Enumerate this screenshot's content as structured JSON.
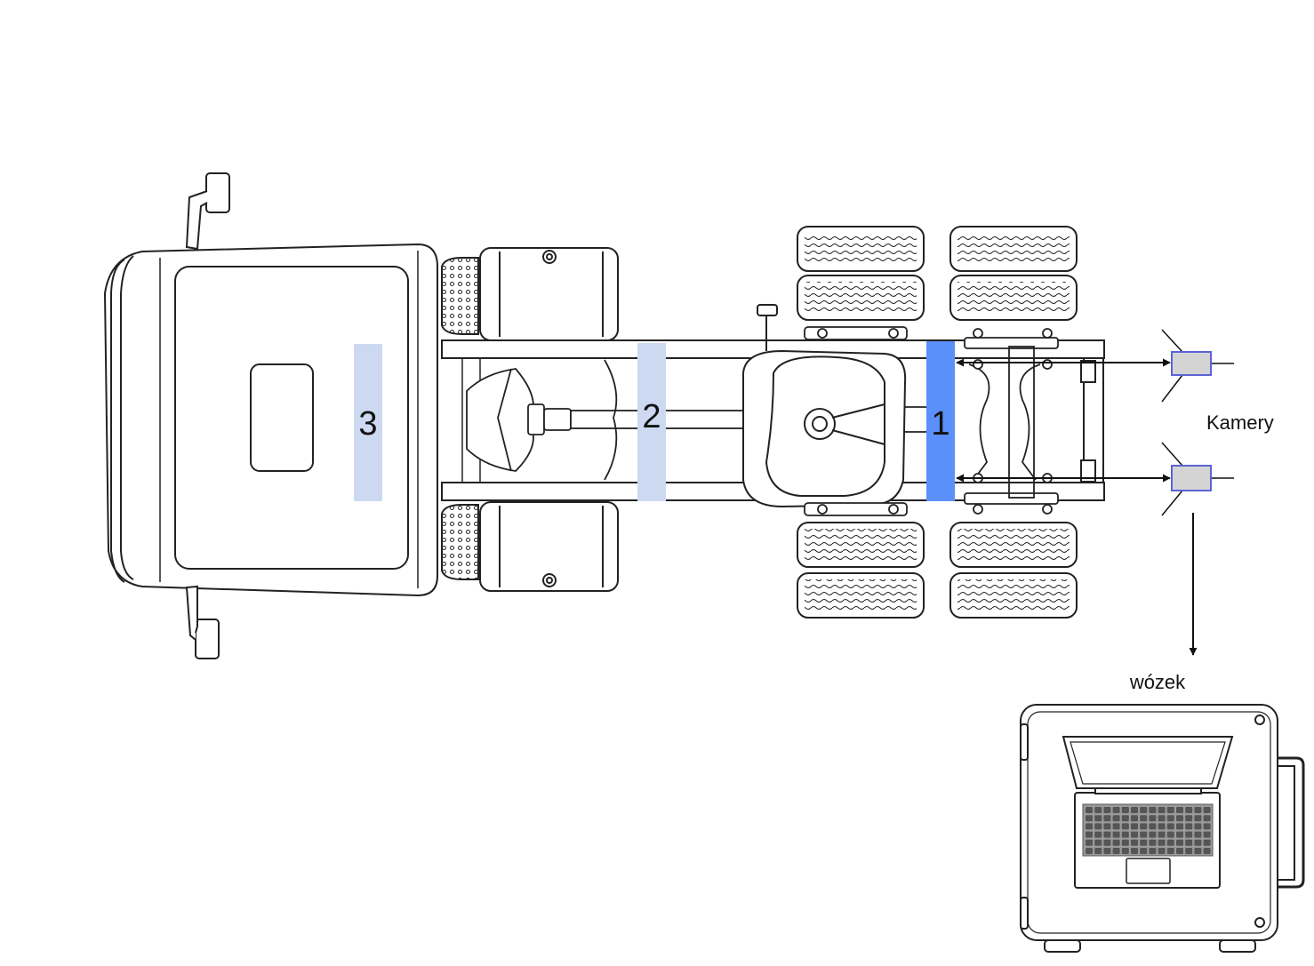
{
  "markers": [
    {
      "id": "1",
      "label": "1",
      "color": "#5b8ff9",
      "active": true
    },
    {
      "id": "2",
      "label": "2",
      "color": "#cdd9f1",
      "active": false
    },
    {
      "id": "3",
      "label": "3",
      "color": "#cdd9f1",
      "active": false
    }
  ],
  "cameras": {
    "label": "Kamery",
    "body_color": "#d4d4d4",
    "border_color": "#5b63d6"
  },
  "cart": {
    "label": "wózek"
  }
}
